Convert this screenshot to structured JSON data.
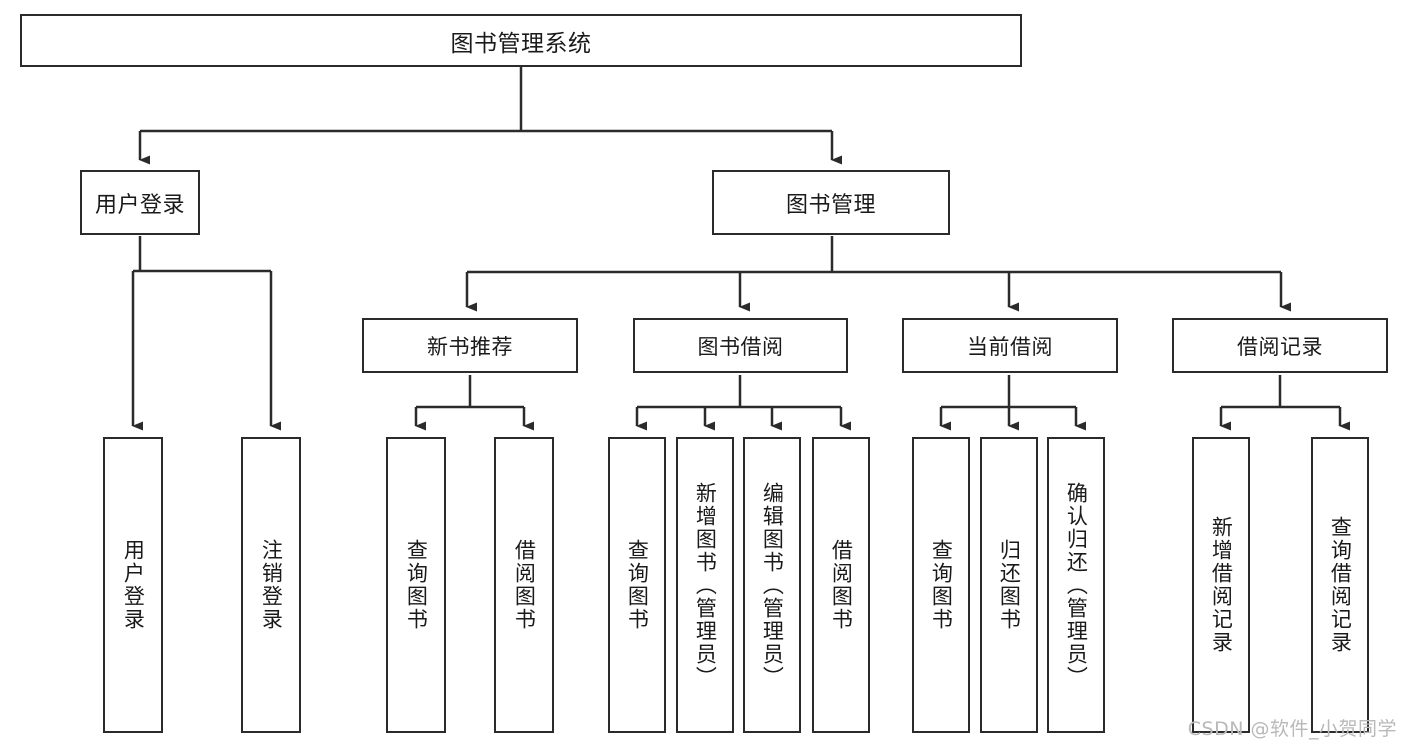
{
  "diagram": {
    "title": "图书管理系统",
    "type": "hierarchy-tree",
    "line_color": "#2b2b2b",
    "box_fill": "#ffffff",
    "text_color": "#1a1a1a",
    "root": {
      "label": "图书管理系统"
    },
    "level1": [
      {
        "label": "用户登录"
      },
      {
        "label": "图书管理"
      }
    ],
    "level2": [
      {
        "label": "新书推荐"
      },
      {
        "label": "图书借阅"
      },
      {
        "label": "当前借阅"
      },
      {
        "label": "借阅记录"
      }
    ],
    "leaves": {
      "user_login": [
        {
          "label": "用户登录"
        },
        {
          "label": "注销登录"
        }
      ],
      "new_book_recommend": [
        {
          "label": "查询图书"
        },
        {
          "label": "借阅图书"
        }
      ],
      "book_borrow": [
        {
          "label": "查询图书"
        },
        {
          "label": "新增图书（管理员）"
        },
        {
          "label": "编辑图书（管理员）"
        },
        {
          "label": "借阅图书"
        }
      ],
      "current_borrow": [
        {
          "label": "查询图书"
        },
        {
          "label": "归还图书"
        },
        {
          "label": "确认归还（管理员）"
        }
      ],
      "borrow_record": [
        {
          "label": "新增借阅记录"
        },
        {
          "label": "查询借阅记录"
        }
      ]
    }
  },
  "watermark": {
    "text": "CSDN @软件_小贺同学",
    "color": "#b9b9b9"
  }
}
